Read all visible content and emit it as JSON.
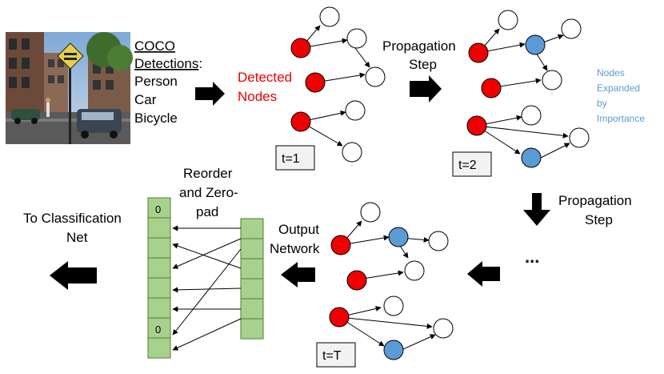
{
  "source_label": {
    "line1": "COCO",
    "line2": "Detections",
    "colon": ":",
    "classes": [
      "Person",
      "Car",
      "Bicycle"
    ]
  },
  "detected_nodes": {
    "line1": "Detected",
    "line2": "Nodes"
  },
  "propagation_top": {
    "line1": "Propagation",
    "line2": "Step"
  },
  "nodes_expanded": {
    "lines": [
      "Nodes",
      "Expanded",
      "by",
      "Importance"
    ]
  },
  "propagation_right": {
    "line1": "Propagation",
    "line2": "Step"
  },
  "ellipsis": "...",
  "output_network": {
    "line1": "Output",
    "line2": "Network"
  },
  "reorder": {
    "lines": [
      "Reorder",
      "and Zero-",
      "pad"
    ]
  },
  "classification": {
    "line1": "To Classification",
    "line2": "Net"
  },
  "time_labels": {
    "t1": "t=1",
    "t2": "t=2",
    "tT": "t=T"
  },
  "zero_cells": [
    "0",
    "0"
  ],
  "colors": {
    "detected": "#ee0000",
    "expanded": "#5b9bd5",
    "grid_fill": "#a9d18e",
    "grid_stroke": "#507e32",
    "timebox_fill": "#f2f2f2",
    "arrow": "#000000",
    "expanded_text": "#5b9bd5",
    "detected_text": "#ee0000"
  }
}
